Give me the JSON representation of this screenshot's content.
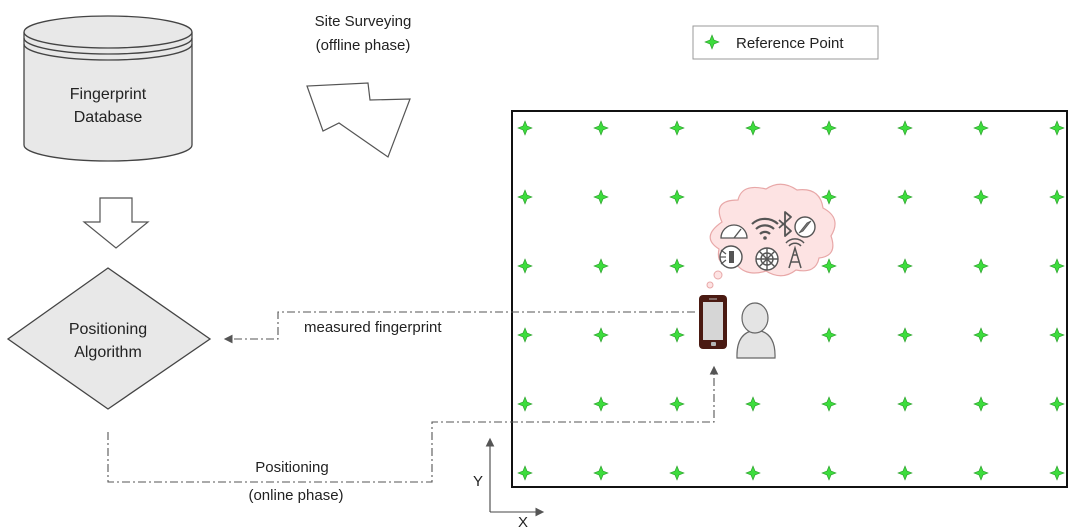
{
  "diagram": {
    "database_label": [
      "Fingerprint",
      "Database"
    ],
    "algorithm_label": [
      "Positioning",
      "Algorithm"
    ],
    "survey_label": [
      "Site Surveying",
      "(offline phase)"
    ],
    "positioning_label": [
      "Positioning",
      "(online phase)"
    ],
    "measured_label": "measured fingerprint",
    "legend_label": "Reference Point",
    "axis_x_label": "X",
    "axis_y_label": "Y",
    "reference_point_grid": {
      "columns": 8,
      "rows": 6
    },
    "colors": {
      "reference_point": "#3ddc3d",
      "reference_point_stroke": "#2a9a2a",
      "shape_fill": "#e8e8e8",
      "shape_stroke": "#444444",
      "cloud_fill": "#fde3e3",
      "cloud_stroke": "#e8a8a8",
      "phone_body": "#4a1a12",
      "line": "#555555"
    },
    "icons": [
      "speedometer-icon",
      "wifi-icon",
      "bluetooth-icon",
      "compass-icon",
      "light-sensor-icon",
      "gyroscope-icon",
      "cell-tower-icon",
      "smartphone-icon",
      "person-icon"
    ]
  }
}
